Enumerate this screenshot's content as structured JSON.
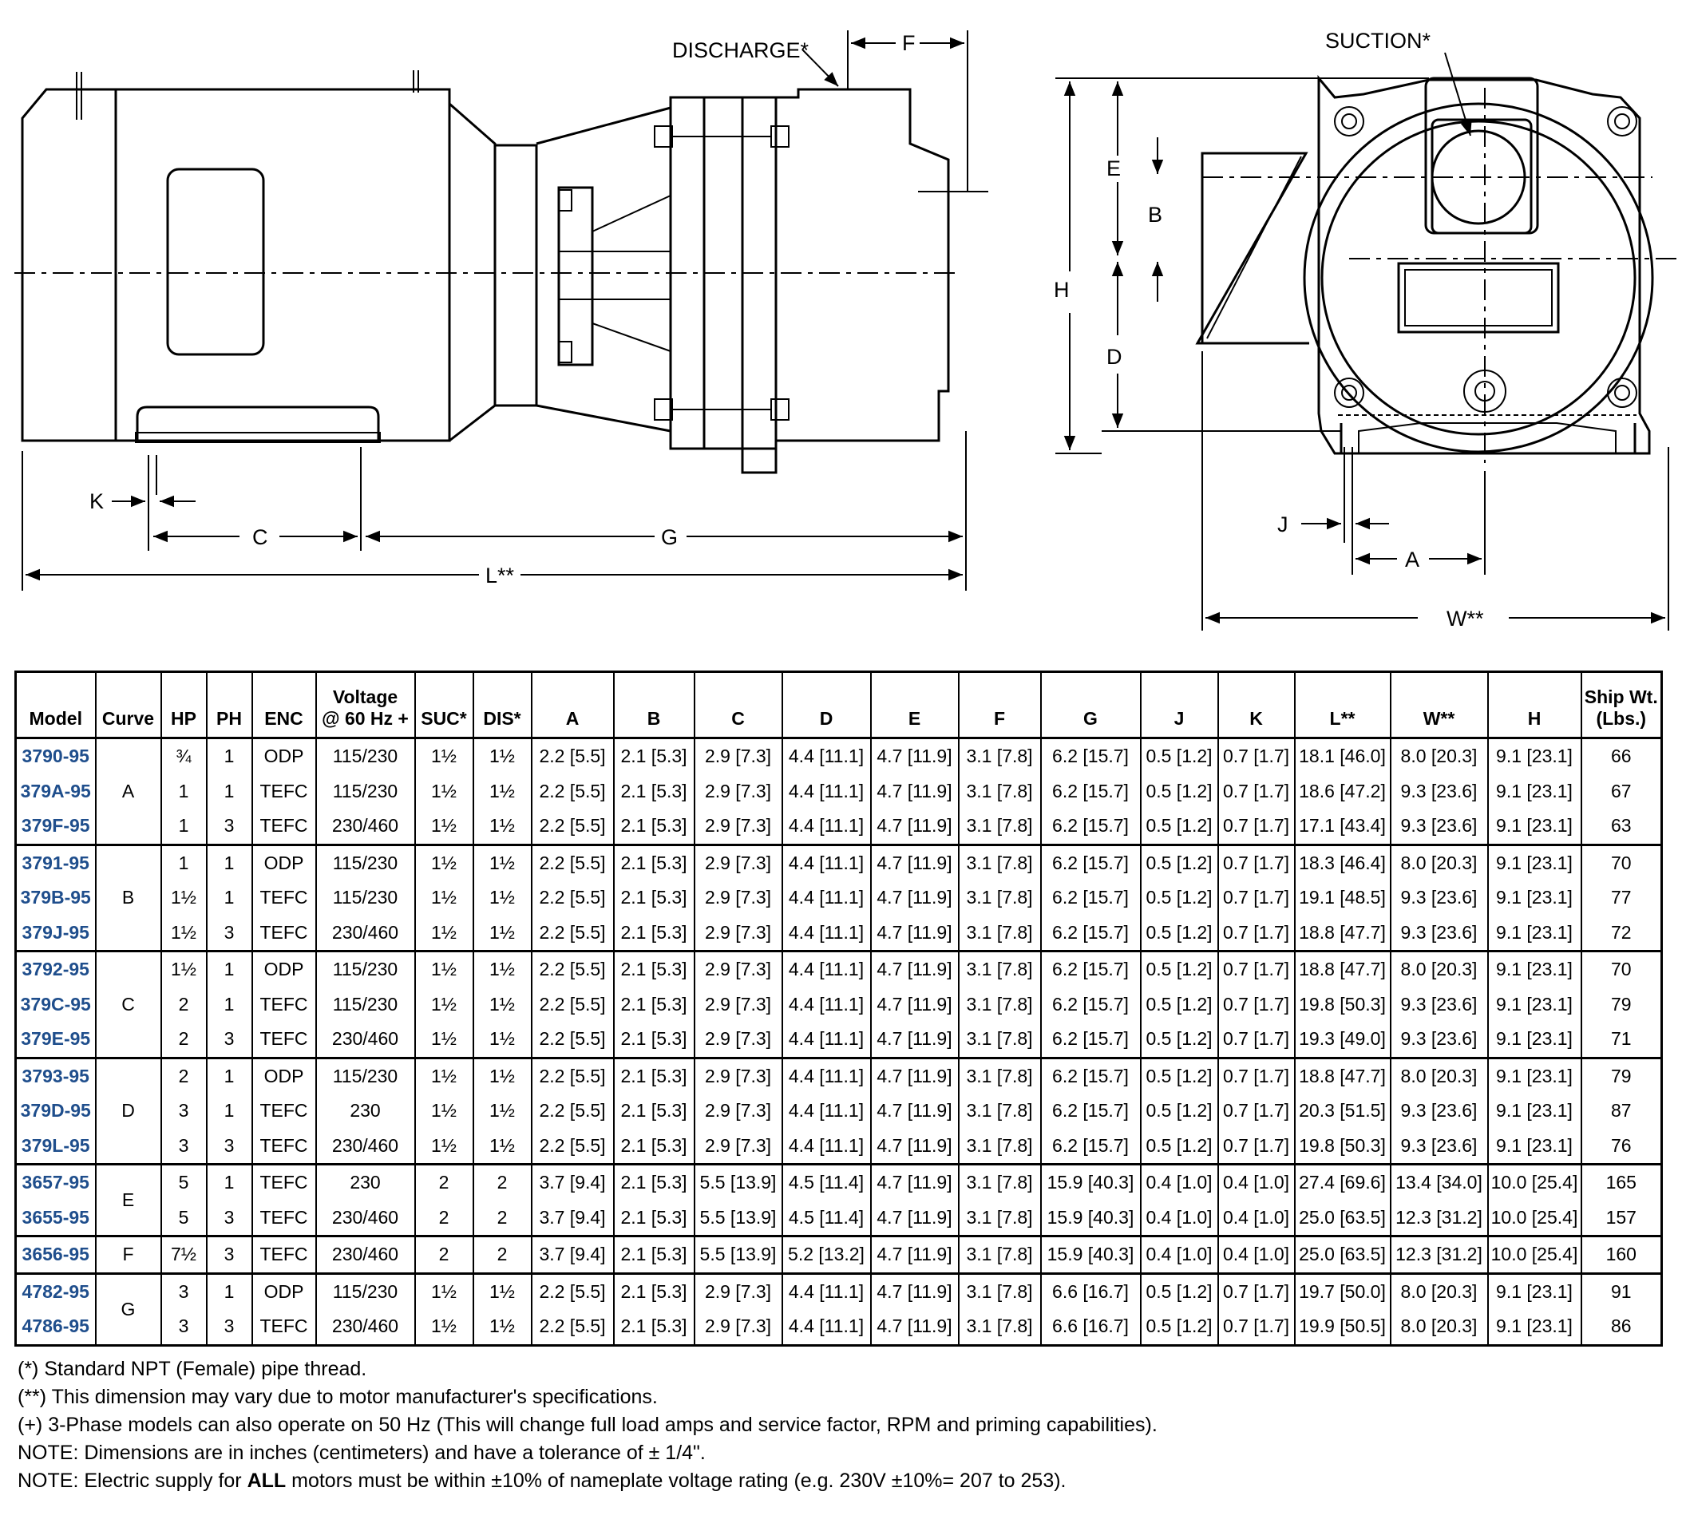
{
  "labels": {
    "discharge": "DISCHARGE*",
    "suction": "SUCTION*",
    "F": "F",
    "K": "K",
    "C": "C",
    "G": "G",
    "L": "L**",
    "E": "E",
    "B": "B",
    "H": "H",
    "D": "D",
    "J": "J",
    "A": "A",
    "W": "W**"
  },
  "table": {
    "headers": [
      "Model",
      "Curve",
      "HP",
      "PH",
      "ENC",
      "Voltage\n@ 60 Hz +",
      "SUC*",
      "DIS*",
      "A",
      "B",
      "C",
      "D",
      "E",
      "F",
      "G",
      "J",
      "K",
      "L**",
      "W**",
      "H",
      "Ship Wt.\n(Lbs.)"
    ],
    "groups": [
      {
        "curve": "A",
        "rows": [
          [
            "3790-95",
            "¾",
            "1",
            "ODP",
            "115/230",
            "1½",
            "1½",
            "2.2 [5.5]",
            "2.1 [5.3]",
            "2.9 [7.3]",
            "4.4 [11.1]",
            "4.7 [11.9]",
            "3.1 [7.8]",
            "6.2 [15.7]",
            "0.5 [1.2]",
            "0.7 [1.7]",
            "18.1 [46.0]",
            "8.0 [20.3]",
            "9.1 [23.1]",
            "66"
          ],
          [
            "379A-95",
            "1",
            "1",
            "TEFC",
            "115/230",
            "1½",
            "1½",
            "2.2 [5.5]",
            "2.1 [5.3]",
            "2.9 [7.3]",
            "4.4 [11.1]",
            "4.7 [11.9]",
            "3.1 [7.8]",
            "6.2 [15.7]",
            "0.5 [1.2]",
            "0.7 [1.7]",
            "18.6 [47.2]",
            "9.3 [23.6]",
            "9.1 [23.1]",
            "67"
          ],
          [
            "379F-95",
            "1",
            "3",
            "TEFC",
            "230/460",
            "1½",
            "1½",
            "2.2 [5.5]",
            "2.1 [5.3]",
            "2.9 [7.3]",
            "4.4 [11.1]",
            "4.7 [11.9]",
            "3.1 [7.8]",
            "6.2 [15.7]",
            "0.5 [1.2]",
            "0.7 [1.7]",
            "17.1 [43.4]",
            "9.3 [23.6]",
            "9.1 [23.1]",
            "63"
          ]
        ]
      },
      {
        "curve": "B",
        "rows": [
          [
            "3791-95",
            "1",
            "1",
            "ODP",
            "115/230",
            "1½",
            "1½",
            "2.2 [5.5]",
            "2.1 [5.3]",
            "2.9 [7.3]",
            "4.4 [11.1]",
            "4.7 [11.9]",
            "3.1 [7.8]",
            "6.2 [15.7]",
            "0.5 [1.2]",
            "0.7 [1.7]",
            "18.3 [46.4]",
            "8.0 [20.3]",
            "9.1 [23.1]",
            "70"
          ],
          [
            "379B-95",
            "1½",
            "1",
            "TEFC",
            "115/230",
            "1½",
            "1½",
            "2.2 [5.5]",
            "2.1 [5.3]",
            "2.9 [7.3]",
            "4.4 [11.1]",
            "4.7 [11.9]",
            "3.1 [7.8]",
            "6.2 [15.7]",
            "0.5 [1.2]",
            "0.7 [1.7]",
            "19.1 [48.5]",
            "9.3 [23.6]",
            "9.1 [23.1]",
            "77"
          ],
          [
            "379J-95",
            "1½",
            "3",
            "TEFC",
            "230/460",
            "1½",
            "1½",
            "2.2 [5.5]",
            "2.1 [5.3]",
            "2.9 [7.3]",
            "4.4 [11.1]",
            "4.7 [11.9]",
            "3.1 [7.8]",
            "6.2 [15.7]",
            "0.5 [1.2]",
            "0.7 [1.7]",
            "18.8 [47.7]",
            "9.3 [23.6]",
            "9.1 [23.1]",
            "72"
          ]
        ]
      },
      {
        "curve": "C",
        "rows": [
          [
            "3792-95",
            "1½",
            "1",
            "ODP",
            "115/230",
            "1½",
            "1½",
            "2.2 [5.5]",
            "2.1 [5.3]",
            "2.9 [7.3]",
            "4.4 [11.1]",
            "4.7 [11.9]",
            "3.1 [7.8]",
            "6.2 [15.7]",
            "0.5 [1.2]",
            "0.7 [1.7]",
            "18.8 [47.7]",
            "8.0 [20.3]",
            "9.1 [23.1]",
            "70"
          ],
          [
            "379C-95",
            "2",
            "1",
            "TEFC",
            "115/230",
            "1½",
            "1½",
            "2.2 [5.5]",
            "2.1 [5.3]",
            "2.9 [7.3]",
            "4.4 [11.1]",
            "4.7 [11.9]",
            "3.1 [7.8]",
            "6.2 [15.7]",
            "0.5 [1.2]",
            "0.7 [1.7]",
            "19.8 [50.3]",
            "9.3 [23.6]",
            "9.1 [23.1]",
            "79"
          ],
          [
            "379E-95",
            "2",
            "3",
            "TEFC",
            "230/460",
            "1½",
            "1½",
            "2.2 [5.5]",
            "2.1 [5.3]",
            "2.9 [7.3]",
            "4.4 [11.1]",
            "4.7 [11.9]",
            "3.1 [7.8]",
            "6.2 [15.7]",
            "0.5 [1.2]",
            "0.7 [1.7]",
            "19.3 [49.0]",
            "9.3 [23.6]",
            "9.1 [23.1]",
            "71"
          ]
        ]
      },
      {
        "curve": "D",
        "rows": [
          [
            "3793-95",
            "2",
            "1",
            "ODP",
            "115/230",
            "1½",
            "1½",
            "2.2 [5.5]",
            "2.1 [5.3]",
            "2.9 [7.3]",
            "4.4 [11.1]",
            "4.7 [11.9]",
            "3.1 [7.8]",
            "6.2 [15.7]",
            "0.5 [1.2]",
            "0.7 [1.7]",
            "18.8 [47.7]",
            "8.0 [20.3]",
            "9.1 [23.1]",
            "79"
          ],
          [
            "379D-95",
            "3",
            "1",
            "TEFC",
            "230",
            "1½",
            "1½",
            "2.2 [5.5]",
            "2.1 [5.3]",
            "2.9 [7.3]",
            "4.4 [11.1]",
            "4.7 [11.9]",
            "3.1 [7.8]",
            "6.2 [15.7]",
            "0.5 [1.2]",
            "0.7 [1.7]",
            "20.3 [51.5]",
            "9.3 [23.6]",
            "9.1 [23.1]",
            "87"
          ],
          [
            "379L-95",
            "3",
            "3",
            "TEFC",
            "230/460",
            "1½",
            "1½",
            "2.2 [5.5]",
            "2.1 [5.3]",
            "2.9 [7.3]",
            "4.4 [11.1]",
            "4.7 [11.9]",
            "3.1 [7.8]",
            "6.2 [15.7]",
            "0.5 [1.2]",
            "0.7 [1.7]",
            "19.8 [50.3]",
            "9.3 [23.6]",
            "9.1 [23.1]",
            "76"
          ]
        ]
      },
      {
        "curve": "E",
        "rows": [
          [
            "3657-95",
            "5",
            "1",
            "TEFC",
            "230",
            "2",
            "2",
            "3.7 [9.4]",
            "2.1 [5.3]",
            "5.5 [13.9]",
            "4.5 [11.4]",
            "4.7 [11.9]",
            "3.1 [7.8]",
            "15.9 [40.3]",
            "0.4 [1.0]",
            "0.4 [1.0]",
            "27.4 [69.6]",
            "13.4 [34.0]",
            "10.0 [25.4]",
            "165"
          ],
          [
            "3655-95",
            "5",
            "3",
            "TEFC",
            "230/460",
            "2",
            "2",
            "3.7 [9.4]",
            "2.1 [5.3]",
            "5.5 [13.9]",
            "4.5 [11.4]",
            "4.7 [11.9]",
            "3.1 [7.8]",
            "15.9 [40.3]",
            "0.4 [1.0]",
            "0.4 [1.0]",
            "25.0 [63.5]",
            "12.3 [31.2]",
            "10.0 [25.4]",
            "157"
          ]
        ]
      },
      {
        "curve": "F",
        "rows": [
          [
            "3656-95",
            "7½",
            "3",
            "TEFC",
            "230/460",
            "2",
            "2",
            "3.7 [9.4]",
            "2.1 [5.3]",
            "5.5 [13.9]",
            "5.2 [13.2]",
            "4.7 [11.9]",
            "3.1 [7.8]",
            "15.9 [40.3]",
            "0.4 [1.0]",
            "0.4 [1.0]",
            "25.0 [63.5]",
            "12.3 [31.2]",
            "10.0 [25.4]",
            "160"
          ]
        ]
      },
      {
        "curve": "G",
        "rows": [
          [
            "4782-95",
            "3",
            "1",
            "ODP",
            "115/230",
            "1½",
            "1½",
            "2.2 [5.5]",
            "2.1 [5.3]",
            "2.9 [7.3]",
            "4.4 [11.1]",
            "4.7 [11.9]",
            "3.1 [7.8]",
            "6.6 [16.7]",
            "0.5 [1.2]",
            "0.7 [1.7]",
            "19.7 [50.0]",
            "8.0 [20.3]",
            "9.1 [23.1]",
            "91"
          ],
          [
            "4786-95",
            "3",
            "3",
            "TEFC",
            "230/460",
            "1½",
            "1½",
            "2.2 [5.5]",
            "2.1 [5.3]",
            "2.9 [7.3]",
            "4.4 [11.1]",
            "4.7 [11.9]",
            "3.1 [7.8]",
            "6.6 [16.7]",
            "0.5 [1.2]",
            "0.7 [1.7]",
            "19.9 [50.5]",
            "8.0 [20.3]",
            "9.1 [23.1]",
            "86"
          ]
        ]
      }
    ]
  },
  "notes": {
    "n1": "(*) Standard NPT (Female) pipe thread.",
    "n2": "(**) This dimension may vary due to motor manufacturer's specifications.",
    "n3": "(+) 3-Phase models can also operate on 50 Hz (This will change full load amps and service factor, RPM and priming capabilities).",
    "n4": "NOTE: Dimensions are in inches (centimeters) and have a tolerance of ± 1/4\".",
    "n5_pre": "NOTE: Electric supply for ",
    "n5_bold": "ALL",
    "n5_post": " motors must be within ±10% of nameplate voltage rating (e.g. 230V ±10%= 207 to 253)."
  }
}
